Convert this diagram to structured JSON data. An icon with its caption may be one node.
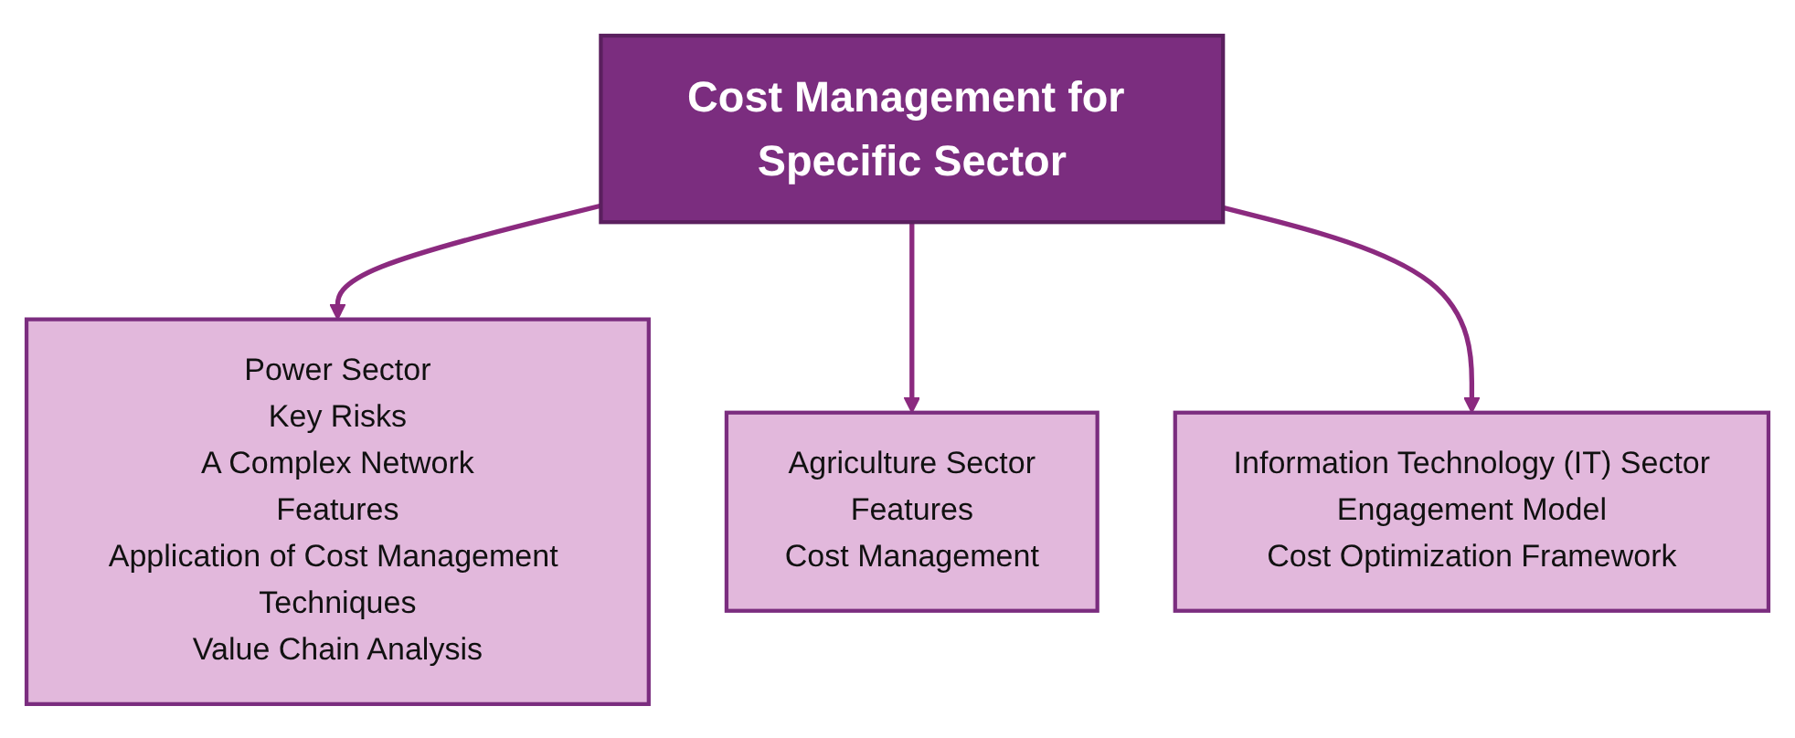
{
  "diagram": {
    "nodes": [
      {
        "text": [
          "Cost Management for Specific Sector"
        ]
      },
      {
        "text": [
          "Power Sector",
          "Key Risks",
          "A Complex Network",
          "Features",
          "Application of Cost Management Techniques",
          "Value Chain Analysis"
        ]
      },
      {
        "text": [
          "Agriculture Sector",
          "Features",
          "Cost Management"
        ]
      },
      {
        "text": [
          "Information Technology (IT) Sector",
          "Engagement Model",
          "Cost Optimization Framework"
        ]
      }
    ],
    "edges": [
      {
        "from": 0,
        "to": 1,
        "arrow": "to"
      },
      {
        "from": 0,
        "to": 2,
        "arrow": "to"
      },
      {
        "from": 0,
        "to": 3,
        "arrow": "to"
      }
    ]
  }
}
